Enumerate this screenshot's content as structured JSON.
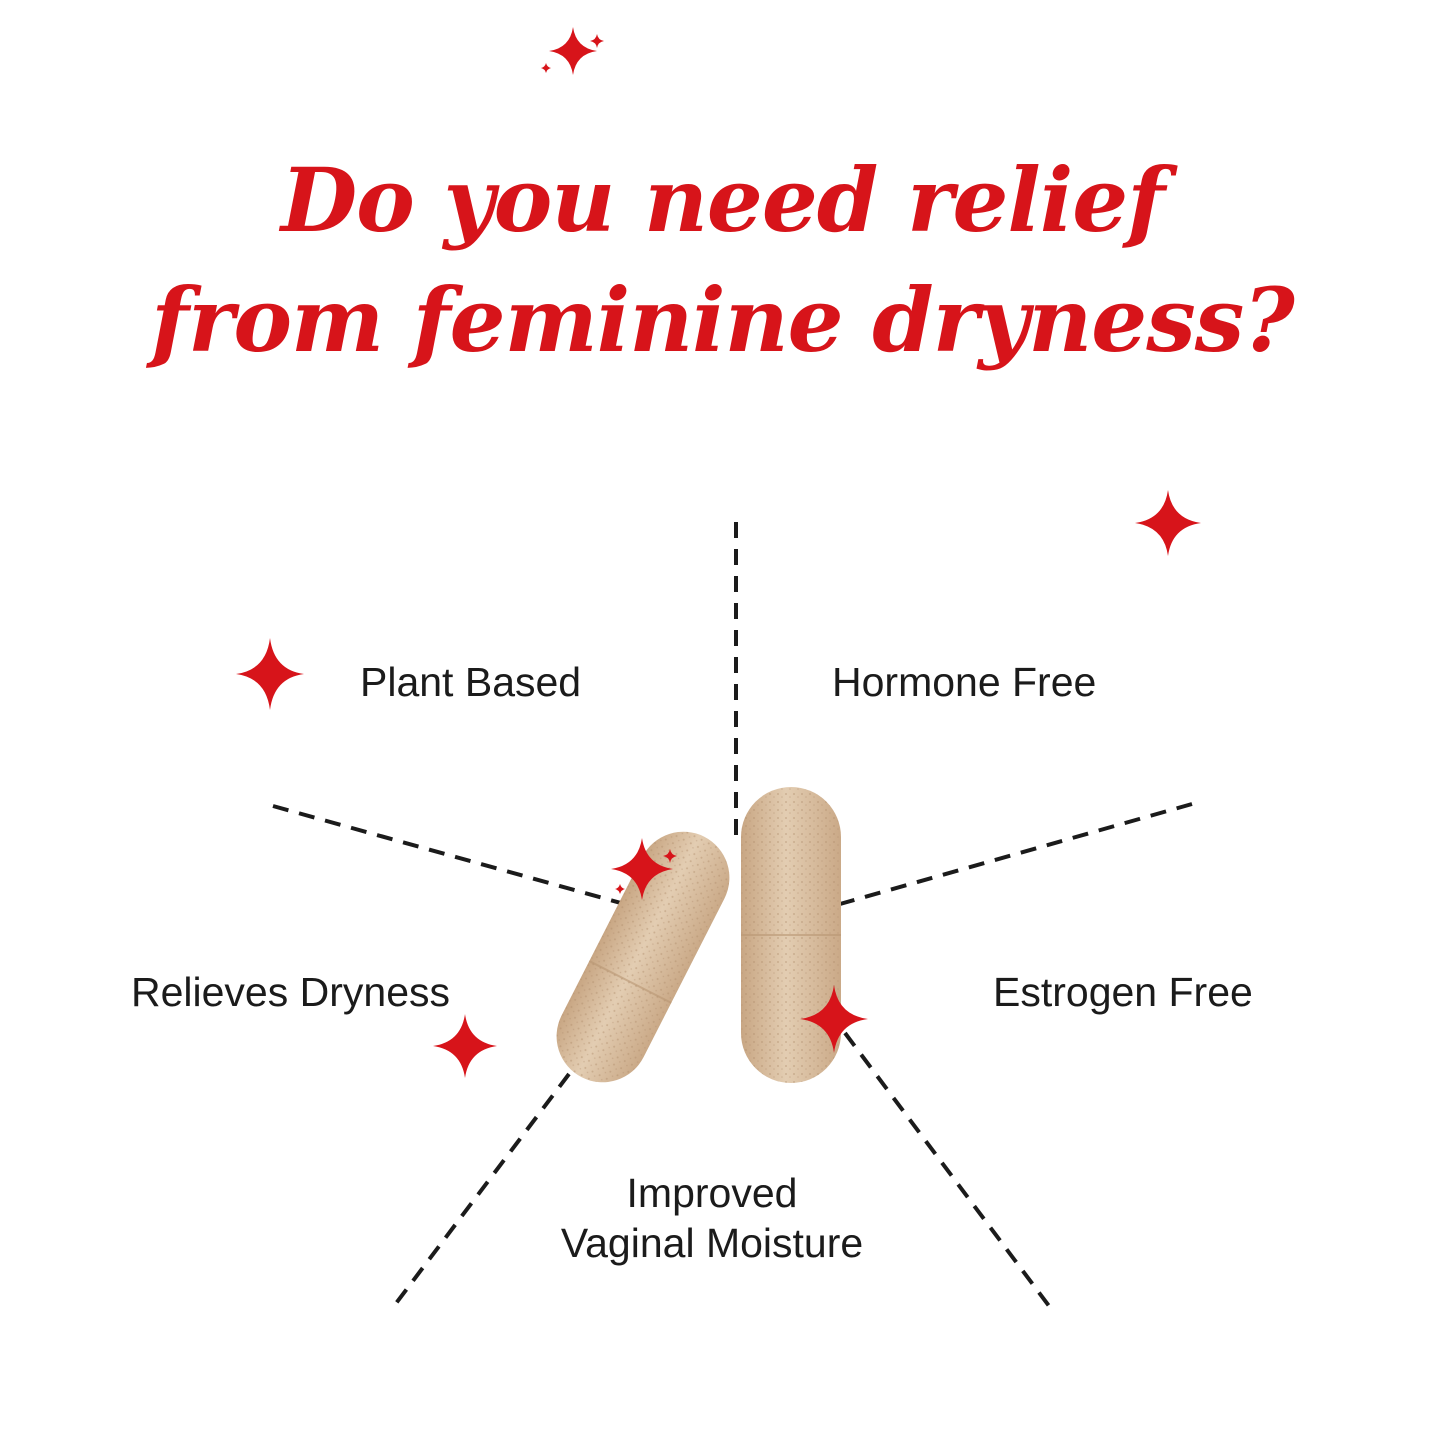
{
  "headline": {
    "line1": "Do you need relief",
    "line2": "from feminine dryness?"
  },
  "features": {
    "plant_based": "Plant Based",
    "hormone_free": "Hormone Free",
    "relieves_dryness": "Relieves Dryness",
    "estrogen_free": "Estrogen Free",
    "improved_line1": "Improved",
    "improved_line2": "Vaginal Moisture"
  },
  "colors": {
    "accent": "#d7141a",
    "text": "#1b1b1b",
    "divider": "#1b1b1b",
    "capsule": "#d9bfa0",
    "capsule_edge": "#c9a98a",
    "background": "#ffffff"
  },
  "icons": [
    "sparkle-icon",
    "capsule-icon"
  ]
}
